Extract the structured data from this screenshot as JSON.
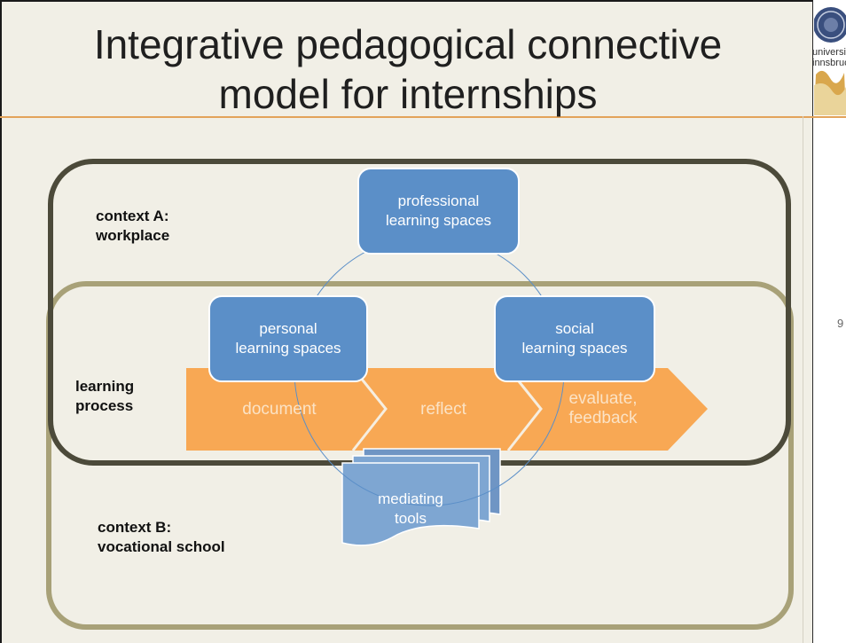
{
  "slide": {
    "title_line1": "Integrative pedagogical connective",
    "title_line2": "model for internships",
    "page_number": "9",
    "logo_text_line1": "universit",
    "logo_text_line2": "innsbruc"
  },
  "diagram": {
    "context_a": {
      "line1": "context A:",
      "line2": "workplace"
    },
    "context_b": {
      "line1": "context B:",
      "line2": "vocational school"
    },
    "learning_process": {
      "line1": "learning",
      "line2": "process"
    },
    "spaces": {
      "professional": {
        "line1": "professional",
        "line2": "learning spaces"
      },
      "personal": {
        "line1": "personal",
        "line2": "learning spaces"
      },
      "social": {
        "line1": "social",
        "line2": "learning spaces"
      }
    },
    "process_steps": {
      "document": "document",
      "reflect": "reflect",
      "evaluate_line1": "evaluate,",
      "evaluate_line2": "feedback"
    },
    "mediating_tools": {
      "line1": "mediating",
      "line2": "tools"
    }
  },
  "colors": {
    "slide_background": "#f1efe6",
    "title_rule": "#e3a35a",
    "context_a_border": "#4c4a3a",
    "context_b_border": "#a8a178",
    "box_blue": "#5b8fc8",
    "arrow_orange": "#f8a854",
    "tools_blue": "#7ea6d2"
  }
}
